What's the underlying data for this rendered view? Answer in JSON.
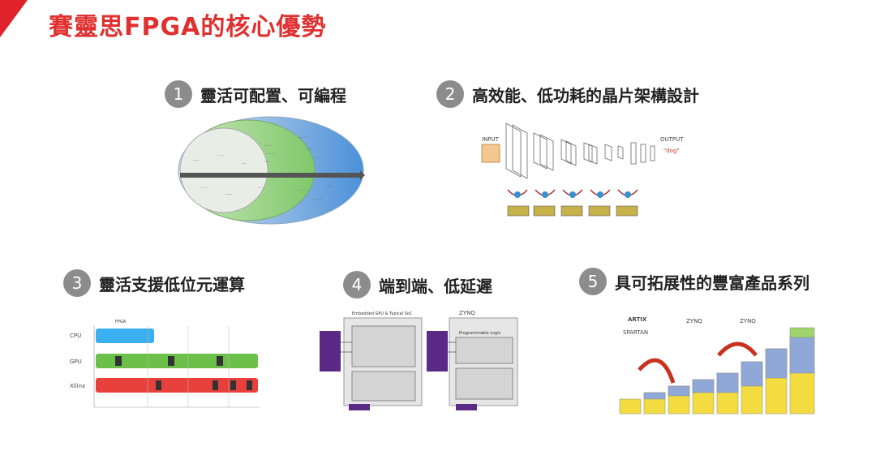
{
  "slide": {
    "title": "賽靈思FPGA的核心優勢"
  },
  "features": [
    {
      "num": "1",
      "label": "靈活可配置、可編程"
    },
    {
      "num": "2",
      "label": "高效能、低功耗的晶片架構設計"
    },
    {
      "num": "3",
      "label": "靈活支援低位元運算"
    },
    {
      "num": "4",
      "label": "端到端、低延遲"
    },
    {
      "num": "5",
      "label": "具可拓展性的豐富產品系列"
    }
  ],
  "figures": {
    "f2": {
      "input": "INPUT",
      "output": "OUTPUT",
      "output_word": "\"dog\""
    },
    "f3": {
      "rows": [
        "CPU",
        "GPU",
        "Xilinx"
      ],
      "col_top": "FPGA"
    },
    "f4": {
      "left_title": "Embedded GPU & Typical SoC",
      "right_brand": "ZYNQ",
      "right_sub": "Programmable Logic"
    },
    "f5": {
      "brand_a": "ARTIX",
      "brand_b": "SPARTAN",
      "brand_c": "ZYNQ",
      "brand_d": "ZYNQ"
    }
  },
  "colors": {
    "accent": "#e0222a",
    "badge": "#8c8c8c",
    "cpu": "#3ab0f0",
    "gpu": "#6cc04a",
    "xilinx": "#e8413b",
    "purple": "#5b2a86"
  }
}
